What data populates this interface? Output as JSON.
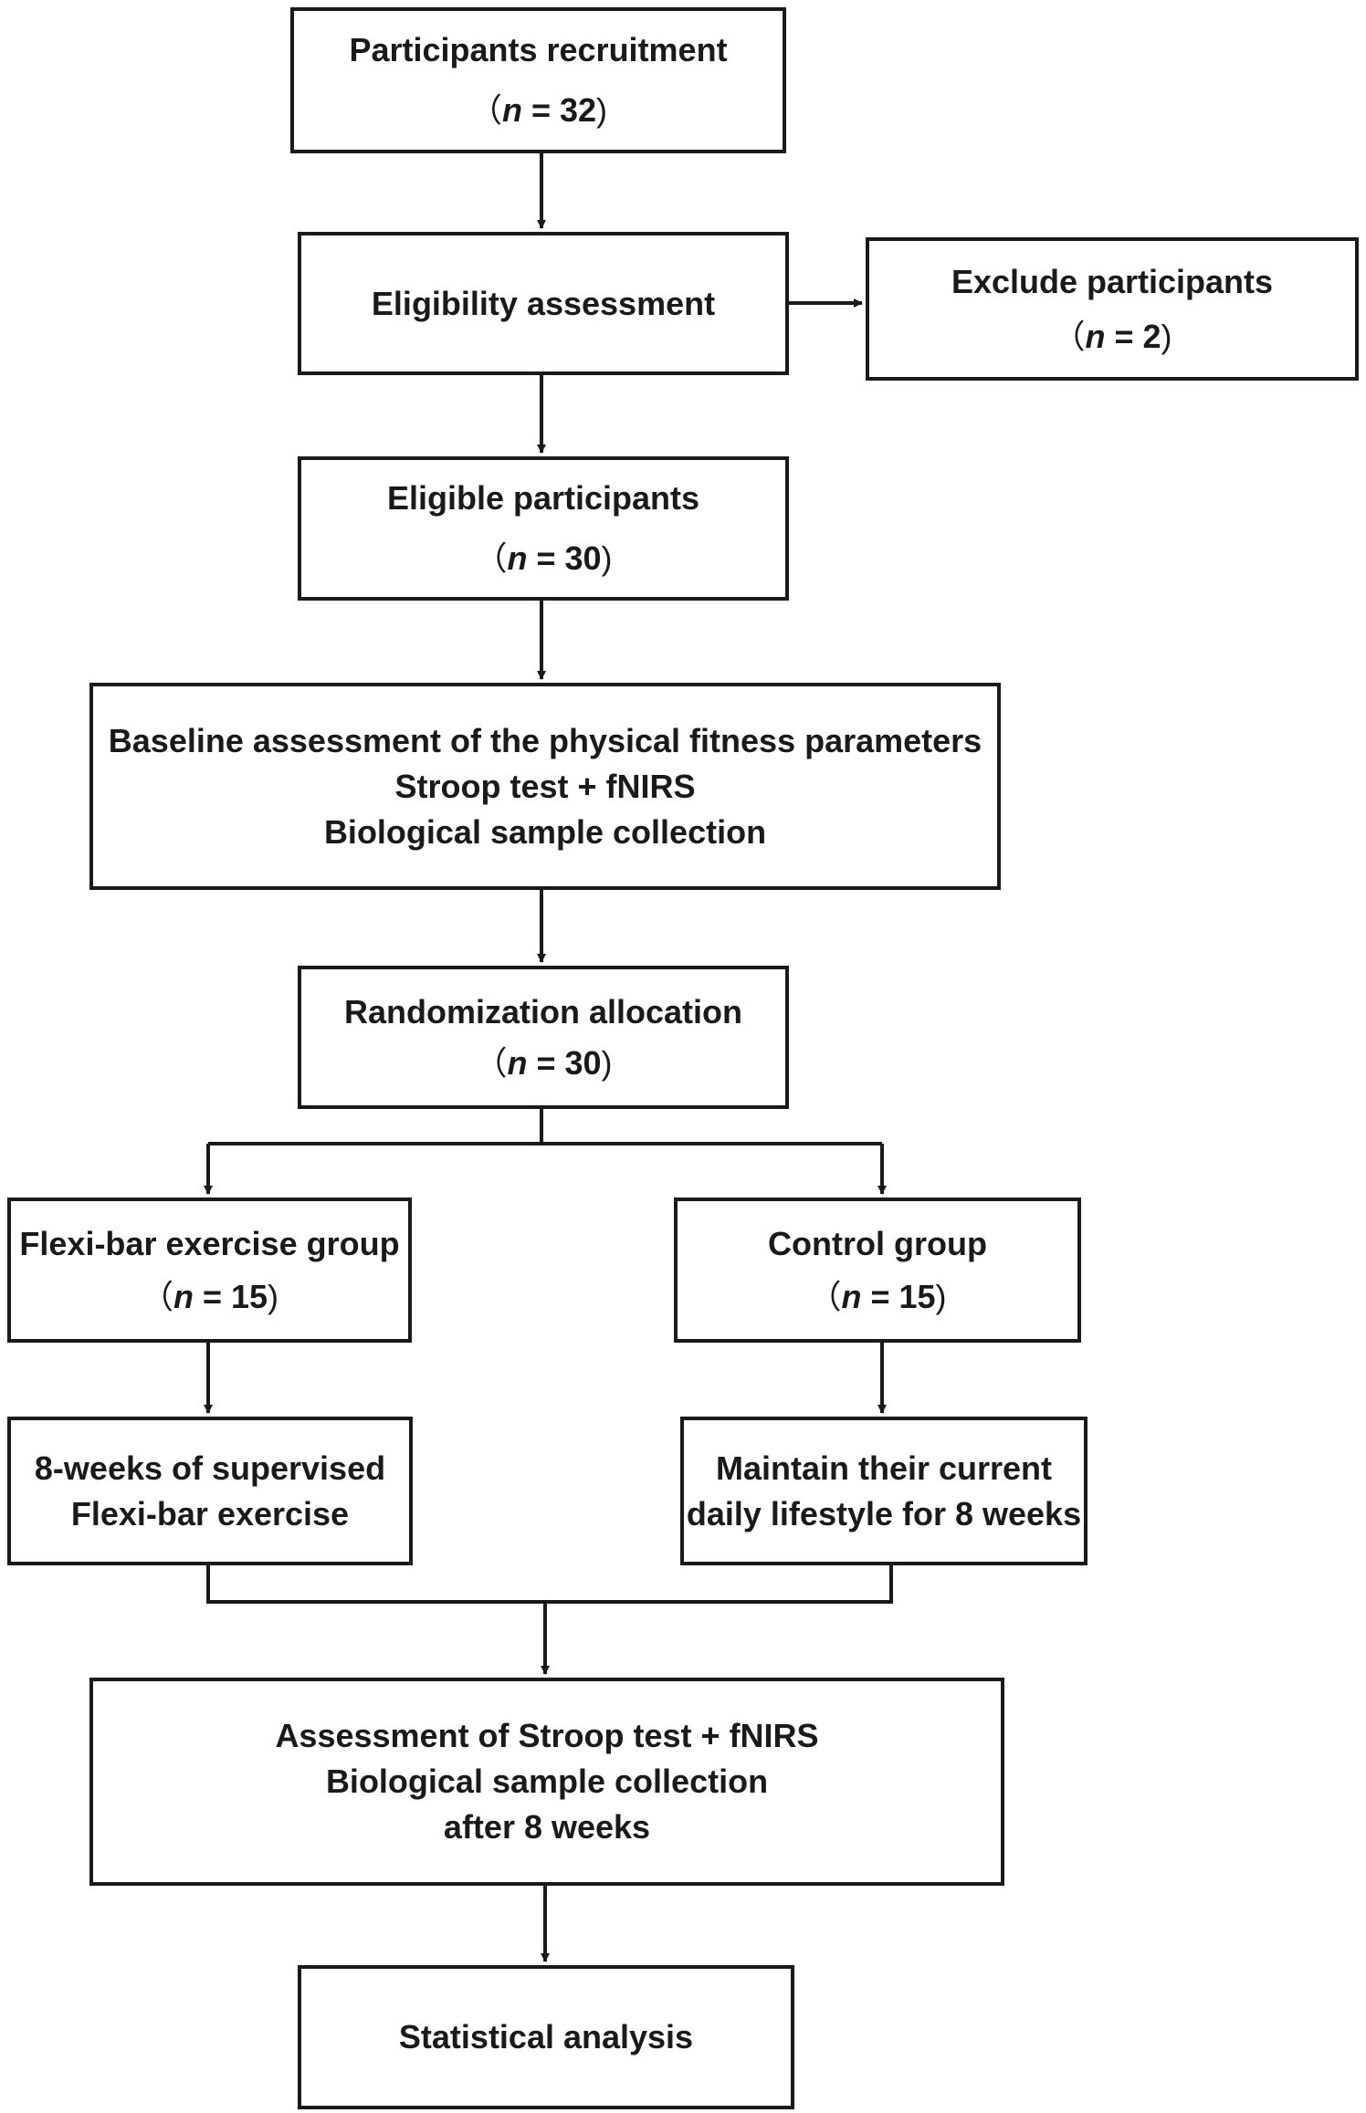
{
  "boxes": {
    "recruitment": {
      "title": "Participants recruitment",
      "n_label": "n",
      "n_value": "= 32"
    },
    "eligibility": {
      "title": "Eligibility assessment"
    },
    "exclude": {
      "title": "Exclude participants",
      "n_label": "n",
      "n_value": "= 2"
    },
    "eligible": {
      "title": "Eligible participants",
      "n_label": "n",
      "n_value": "= 30"
    },
    "baseline": {
      "line1": "Baseline assessment of the physical fitness  parameters",
      "line2": "Stroop test + fNIRS",
      "line3": "Biological sample collection"
    },
    "randomization": {
      "title": "Randomization allocation",
      "n_label": "n",
      "n_value": "= 30"
    },
    "flexibar_group": {
      "title": "Flexi-bar exercise group",
      "n_label": "n",
      "n_value": "= 15"
    },
    "control_group": {
      "title": "Control group",
      "n_label": "n",
      "n_value": "= 15"
    },
    "flexibar_intervention": {
      "line1": "8-weeks of supervised",
      "line2": "Flexi-bar exercise"
    },
    "control_intervention": {
      "line1": "Maintain their current",
      "line2": "daily lifestyle for 8 weeks"
    },
    "followup": {
      "line1": "Assessment of Stroop test + fNIRS",
      "line2": "Biological sample collection",
      "line3": "after 8 weeks"
    },
    "statistics": {
      "title": "Statistical analysis"
    }
  },
  "punctuation": {
    "open_paren": "（",
    "close_paren": ")"
  },
  "colors": {
    "stroke": "#1a1a1a",
    "background": "#ffffff"
  }
}
